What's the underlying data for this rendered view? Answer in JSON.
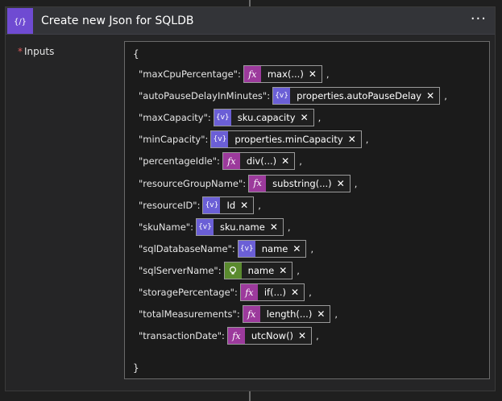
{
  "header": {
    "title": "Create new Json for SQLDB",
    "more_label": "···"
  },
  "field": {
    "required_mark": "*",
    "label": "Inputs"
  },
  "editor": {
    "open_brace": "{",
    "close_brace": "}",
    "comma": ",",
    "rows": [
      {
        "key": "\"maxCpuPercentage\":",
        "token_type": "fx",
        "token_label": "max(...)"
      },
      {
        "key": "\"autoPauseDelayInMinutes\":",
        "token_type": "var",
        "token_label": "properties.autoPauseDelay"
      },
      {
        "key": "\"maxCapacity\":",
        "token_type": "var",
        "token_label": "sku.capacity"
      },
      {
        "key": "\"minCapacity\":",
        "token_type": "var",
        "token_label": "properties.minCapacity"
      },
      {
        "key": "\"percentageIdle\":",
        "token_type": "fx",
        "token_label": "div(...)"
      },
      {
        "key": "\"resourceGroupName\":",
        "token_type": "fx",
        "token_label": "substring(...)"
      },
      {
        "key": "\"resourceID\":",
        "token_type": "var",
        "token_label": "Id"
      },
      {
        "key": "\"skuName\":",
        "token_type": "var",
        "token_label": "sku.name"
      },
      {
        "key": "\"sqlDatabaseName\":",
        "token_type": "var",
        "token_label": "name"
      },
      {
        "key": "\"sqlServerName\":",
        "token_type": "gen",
        "token_label": "name"
      },
      {
        "key": "\"storagePercentage\":",
        "token_type": "fx",
        "token_label": "if(...)"
      },
      {
        "key": "\"totalMeasurements\":",
        "token_type": "fx",
        "token_label": "length(...)"
      },
      {
        "key": "\"transactionDate\":",
        "token_type": "fx",
        "token_label": "utcNow()"
      }
    ]
  },
  "icons": {
    "header": "compose-icon",
    "fx": "function-icon",
    "var": "variable-icon",
    "gen": "bulb-icon",
    "close": "close-icon"
  },
  "colors": {
    "header_icon_bg": "#6f4bd2",
    "fx_icon_bg": "#9c3a9c",
    "var_icon_bg": "#6b5fd6",
    "gen_icon_bg": "#5a8a2e",
    "required": "#e05b5b"
  }
}
